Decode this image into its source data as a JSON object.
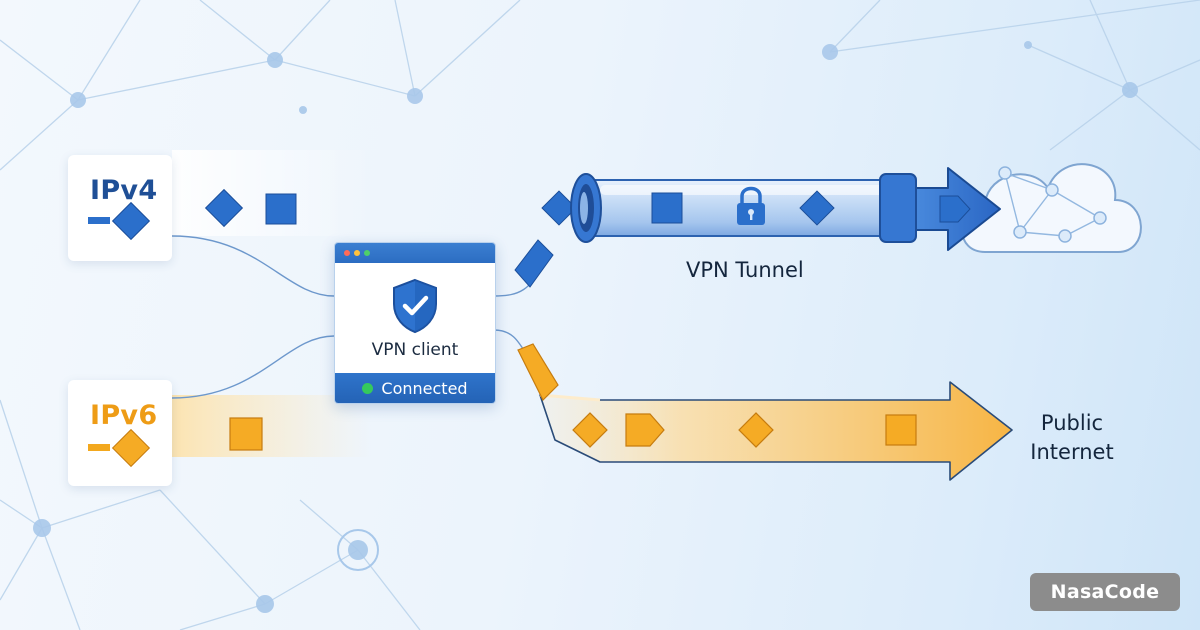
{
  "ipv4_card": {
    "title": "IPv4"
  },
  "ipv6_card": {
    "title": "IPv6"
  },
  "vpn_client": {
    "label": "VPN client",
    "status": "Connected"
  },
  "tunnel": {
    "label": "VPN Tunnel"
  },
  "internet": {
    "line1": "Public",
    "line2": "Internet"
  },
  "watermark": {
    "text": "NasaCode"
  },
  "colors": {
    "ipv4_blue": "#2b6fcb",
    "ipv6_orange": "#f3a81e",
    "tunnel_blue": "#2f6fcf",
    "status_green": "#35c95c",
    "text_dark": "#14263d"
  },
  "icons": {
    "client": "shield-check-icon",
    "tunnel": "padlock-icon",
    "destination": "cloud-network-icon"
  }
}
